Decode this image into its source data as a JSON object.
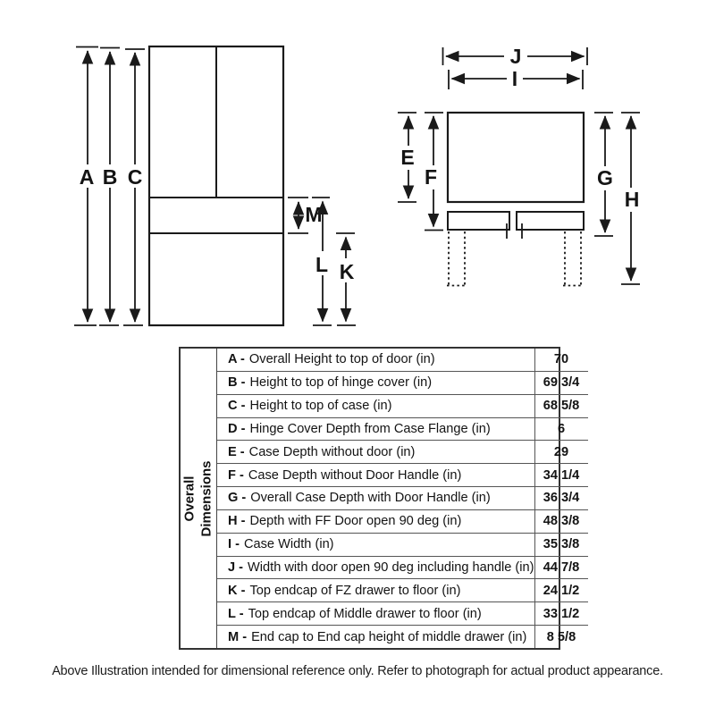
{
  "diagram": {
    "front_view": {
      "labels": {
        "a": "A",
        "b": "B",
        "c": "C",
        "m": "M",
        "l": "L",
        "k": "K"
      }
    },
    "top_view": {
      "labels": {
        "j": "J",
        "i": "I",
        "e": "E",
        "f": "F",
        "g": "G",
        "h": "H"
      }
    }
  },
  "table": {
    "header": "Overall Dimensions",
    "rows": [
      {
        "letter": "A -",
        "desc": "Overall Height to top of door (in)",
        "value": "70"
      },
      {
        "letter": "B -",
        "desc": "Height to top of hinge cover (in)",
        "value": "69 3/4"
      },
      {
        "letter": "C -",
        "desc": "Height to top of case (in)",
        "value": "68 5/8"
      },
      {
        "letter": "D -",
        "desc": "Hinge Cover Depth from Case Flange (in)",
        "value": "6"
      },
      {
        "letter": "E -",
        "desc": "Case Depth without door (in)",
        "value": "29"
      },
      {
        "letter": "F -",
        "desc": "Case Depth without Door Handle (in)",
        "value": "34 1/4"
      },
      {
        "letter": "G -",
        "desc": "Overall Case Depth with Door Handle (in)",
        "value": "36 3/4"
      },
      {
        "letter": "H -",
        "desc": "Depth with FF Door open 90 deg (in)",
        "value": "48 3/8"
      },
      {
        "letter": "I -",
        "desc": "Case Width (in)",
        "value": "35 3/8"
      },
      {
        "letter": "J -",
        "desc": "Width with door open 90 deg including handle (in)",
        "value": "44 7/8"
      },
      {
        "letter": "K -",
        "desc": "Top endcap of FZ drawer to floor (in)",
        "value": "24 1/2"
      },
      {
        "letter": "L -",
        "desc": "Top endcap of Middle drawer to floor (in)",
        "value": "33 1/2"
      },
      {
        "letter": "M -",
        "desc": "End cap to End cap height of middle drawer (in)",
        "value": "8 5/8"
      }
    ]
  },
  "caption": "Above Illustration intended for dimensional reference only. Refer to photograph for actual product appearance."
}
